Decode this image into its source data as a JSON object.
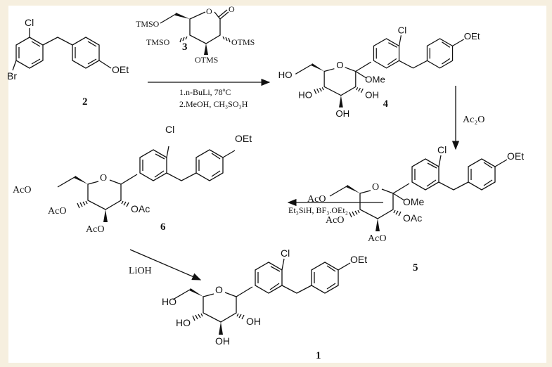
{
  "compounds": {
    "c2": {
      "number": "2",
      "labels": {
        "cl": "Cl",
        "br": "Br",
        "oet": "OEt"
      }
    },
    "c3": {
      "number": "3",
      "labels": {
        "ring_o": "O",
        "carbonyl_o": "O",
        "tmso_6": "TMSO",
        "tmso_4": "TMSO",
        "otms_2": "OTMS",
        "otms_3": "OTMS"
      }
    },
    "c4": {
      "number": "4",
      "labels": {
        "ho6": "HO",
        "ring_o": "O",
        "ome": "OMe",
        "ho4": "HO",
        "oh3": "OH",
        "oh2": "OH",
        "cl": "Cl",
        "oet": "OEt"
      }
    },
    "c5": {
      "number": "5",
      "labels": {
        "aco6": "AcO",
        "ring_o": "O",
        "ome": "OMe",
        "aco4": "AcO",
        "aco3": "AcO",
        "oac2": "OAc",
        "cl": "Cl",
        "oet": "OEt"
      }
    },
    "c6": {
      "number": "6",
      "labels": {
        "aco6": "AcO",
        "ring_o": "O",
        "aco4": "AcO",
        "aco3": "AcO",
        "oac2": "OAc",
        "cl": "Cl",
        "oet": "OEt"
      }
    },
    "c1": {
      "number": "1",
      "labels": {
        "ho6": "HO",
        "ring_o": "O",
        "ho4": "HO",
        "oh3": "OH",
        "oh2": "OH",
        "cl": "Cl",
        "oet": "OEt"
      }
    }
  },
  "steps": [
    {
      "from": "2",
      "to": "4",
      "conditions": [
        "1.n-BuLi, 78ºC",
        "2.MeOH, CH₃SO₃H"
      ],
      "direction": "right"
    },
    {
      "from": "4",
      "to": "5",
      "conditions": [
        "Ac₂O"
      ],
      "direction": "down"
    },
    {
      "from": "5",
      "to": "6",
      "conditions": [
        "Et₃SiH, BF₃.OEt₂"
      ],
      "direction": "left"
    },
    {
      "from": "6",
      "to": "1",
      "conditions": [
        "LiOH"
      ],
      "direction": "down-right"
    }
  ]
}
